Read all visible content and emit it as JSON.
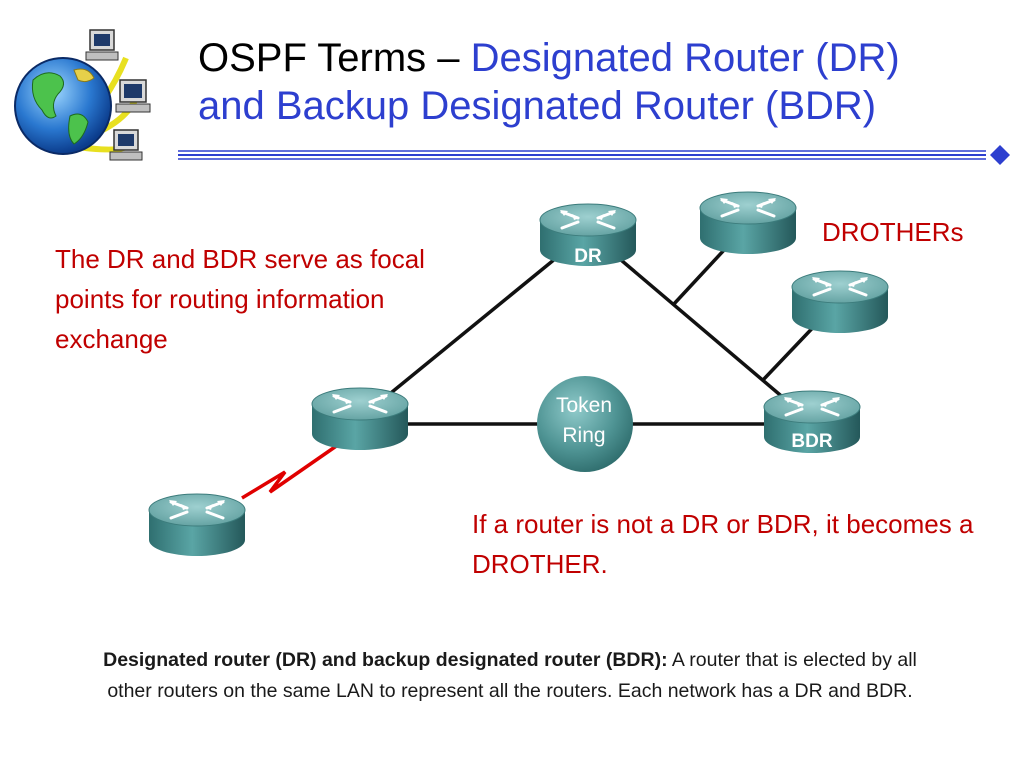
{
  "slide": {
    "title_prefix": "OSPF Terms – ",
    "title_highlight_line1": "Designated Router (DR)",
    "title_highlight_line2": "and Backup Designated Router (BDR)"
  },
  "diagram": {
    "dr_label": "DR",
    "bdr_label": "BDR",
    "token_ring_line1": "Token",
    "token_ring_line2": "Ring",
    "drothers_label": "DROTHERs"
  },
  "annotations": {
    "focal_points": "The DR and BDR serve as focal points for routing information exchange",
    "drother_note": "If a router is not a DR or BDR, it becomes a DROTHER."
  },
  "definition": {
    "term": "Designated router (DR) and backup designated router (BDR):",
    "text": " A router that is elected by all other routers on the same LAN to represent all the routers. Each network has a DR and BDR."
  },
  "colors": {
    "title_blue": "#2d3fcf",
    "annotation_red": "#c00000",
    "router_teal": "#3f8a8a",
    "serial_link_red": "#e00000"
  }
}
